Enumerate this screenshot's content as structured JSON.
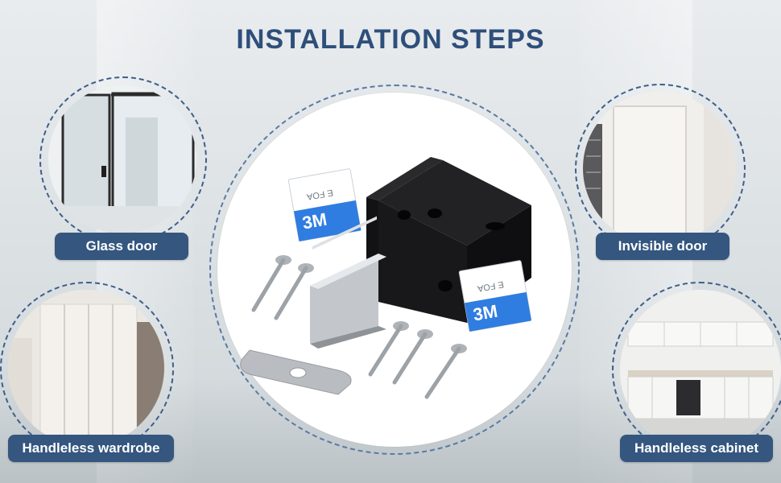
{
  "title": "INSTALLATION STEPS",
  "labels": {
    "glass_door": "Glass door",
    "invisible_door": "Invisible door",
    "handleless_wardrobe": "Handleless wardrobe",
    "handleless_cabinet": "Handleless cabinet"
  },
  "product": {
    "tape_text": "3M",
    "tape_print": "E FOA"
  },
  "colors": {
    "accent": "#34567f",
    "title": "#2e4f7a",
    "latch_body": "#1b1b1d",
    "steel": "#b9bdc1"
  }
}
